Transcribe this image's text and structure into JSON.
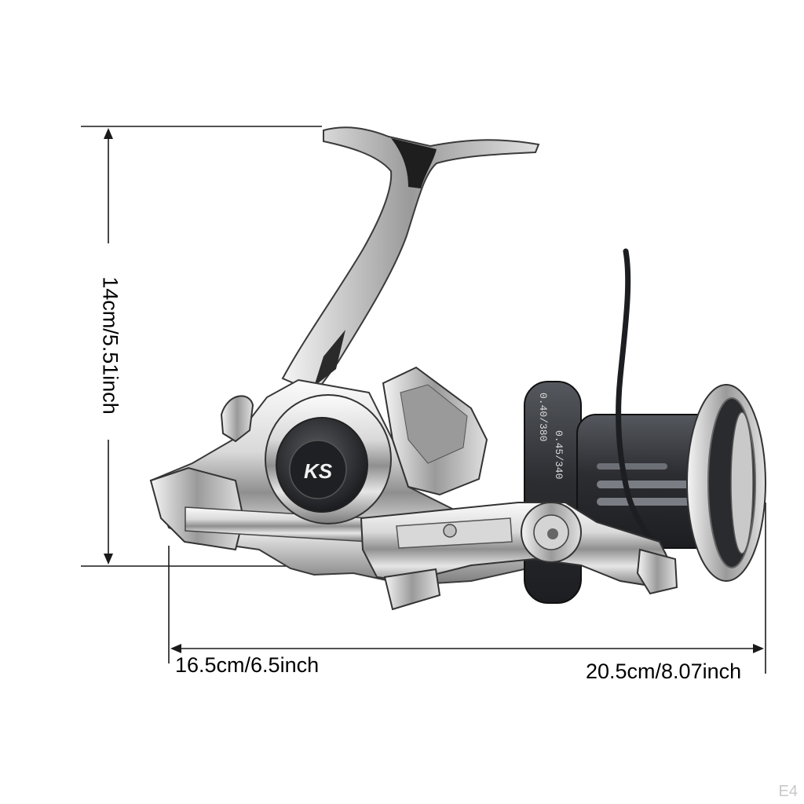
{
  "dimensions": {
    "height_label": "14cm/5.51inch",
    "width_body_label": "16.5cm/6.5inch",
    "width_total_label": "20.5cm/8.07inch"
  },
  "reel": {
    "logo_text": "KS",
    "spool_text_1": "0.40/380",
    "spool_text_2": "0.45/340"
  },
  "watermark": "E4",
  "colors": {
    "line": "#1a1a1a",
    "chrome_light": "#e9e9e9",
    "chrome_dark": "#4a4a4a",
    "spool_dark": "#2b2d31"
  }
}
